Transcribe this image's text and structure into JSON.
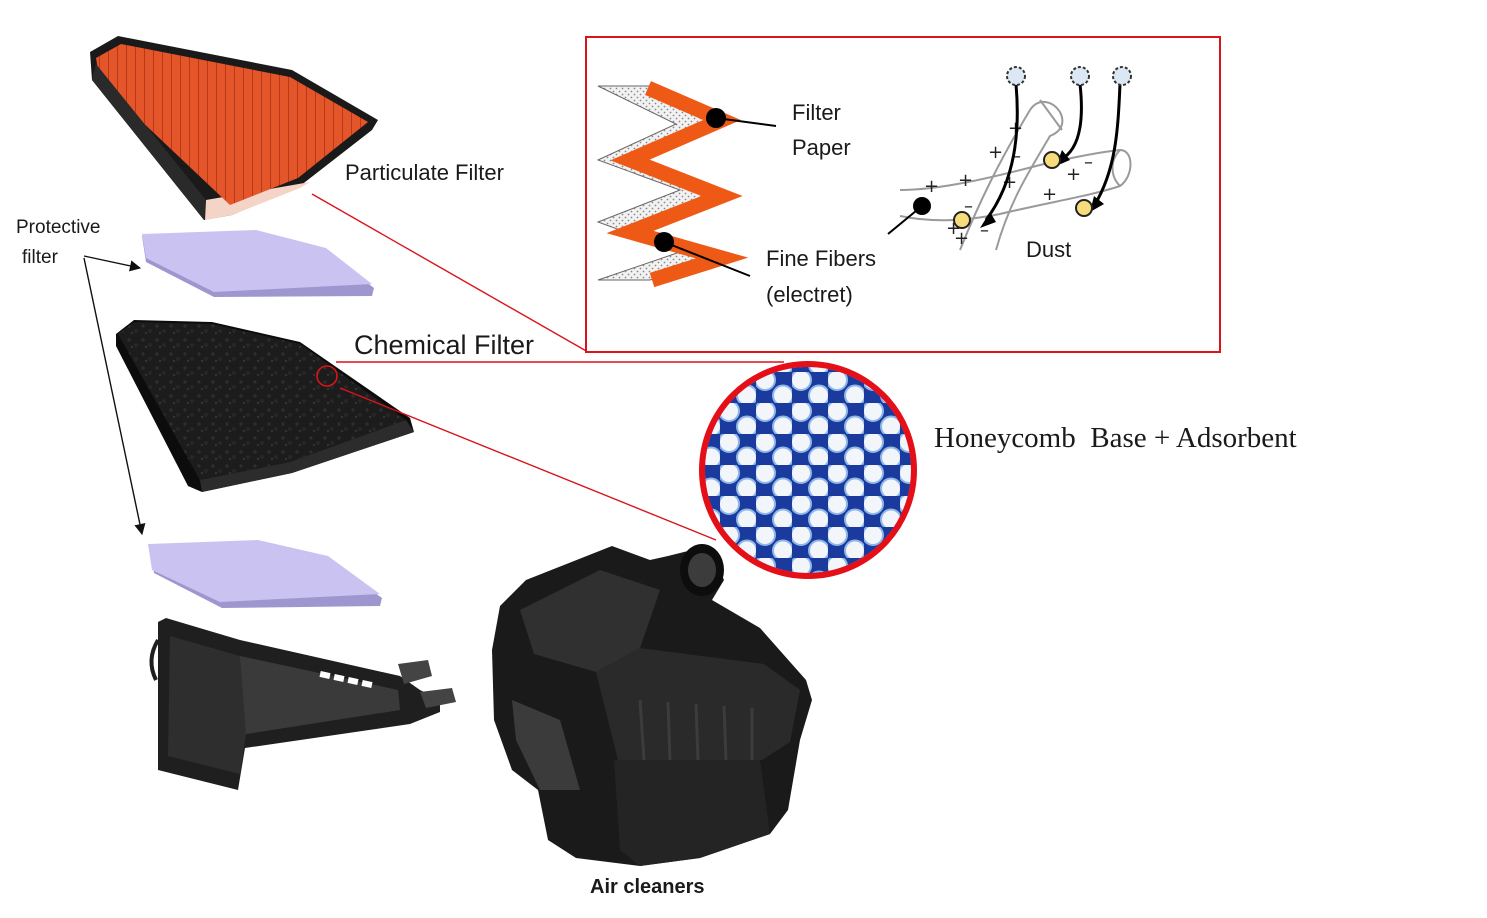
{
  "labels": {
    "particulate_filter": "Particulate Filter",
    "protective_filter_line1": "Protective",
    "protective_filter_line2": "filter",
    "chemical_filter": "Chemical Filter",
    "honeycomb": "Honeycomb  Base + Adsorbent",
    "air_cleaners": "Air cleaners",
    "filter_paper_line1": "Filter",
    "filter_paper_line2": "Paper",
    "fine_fibers_line1": "Fine Fibers",
    "fine_fibers_line2": "(electret)",
    "dust": "Dust"
  },
  "colors": {
    "accent_red": "#d9141b",
    "filter_orange": "#e8481f",
    "protective_lavender": "#c8c2ef",
    "honeycomb_blue": "#1b3a9e",
    "dust_yellow": "#f6dc7a"
  }
}
